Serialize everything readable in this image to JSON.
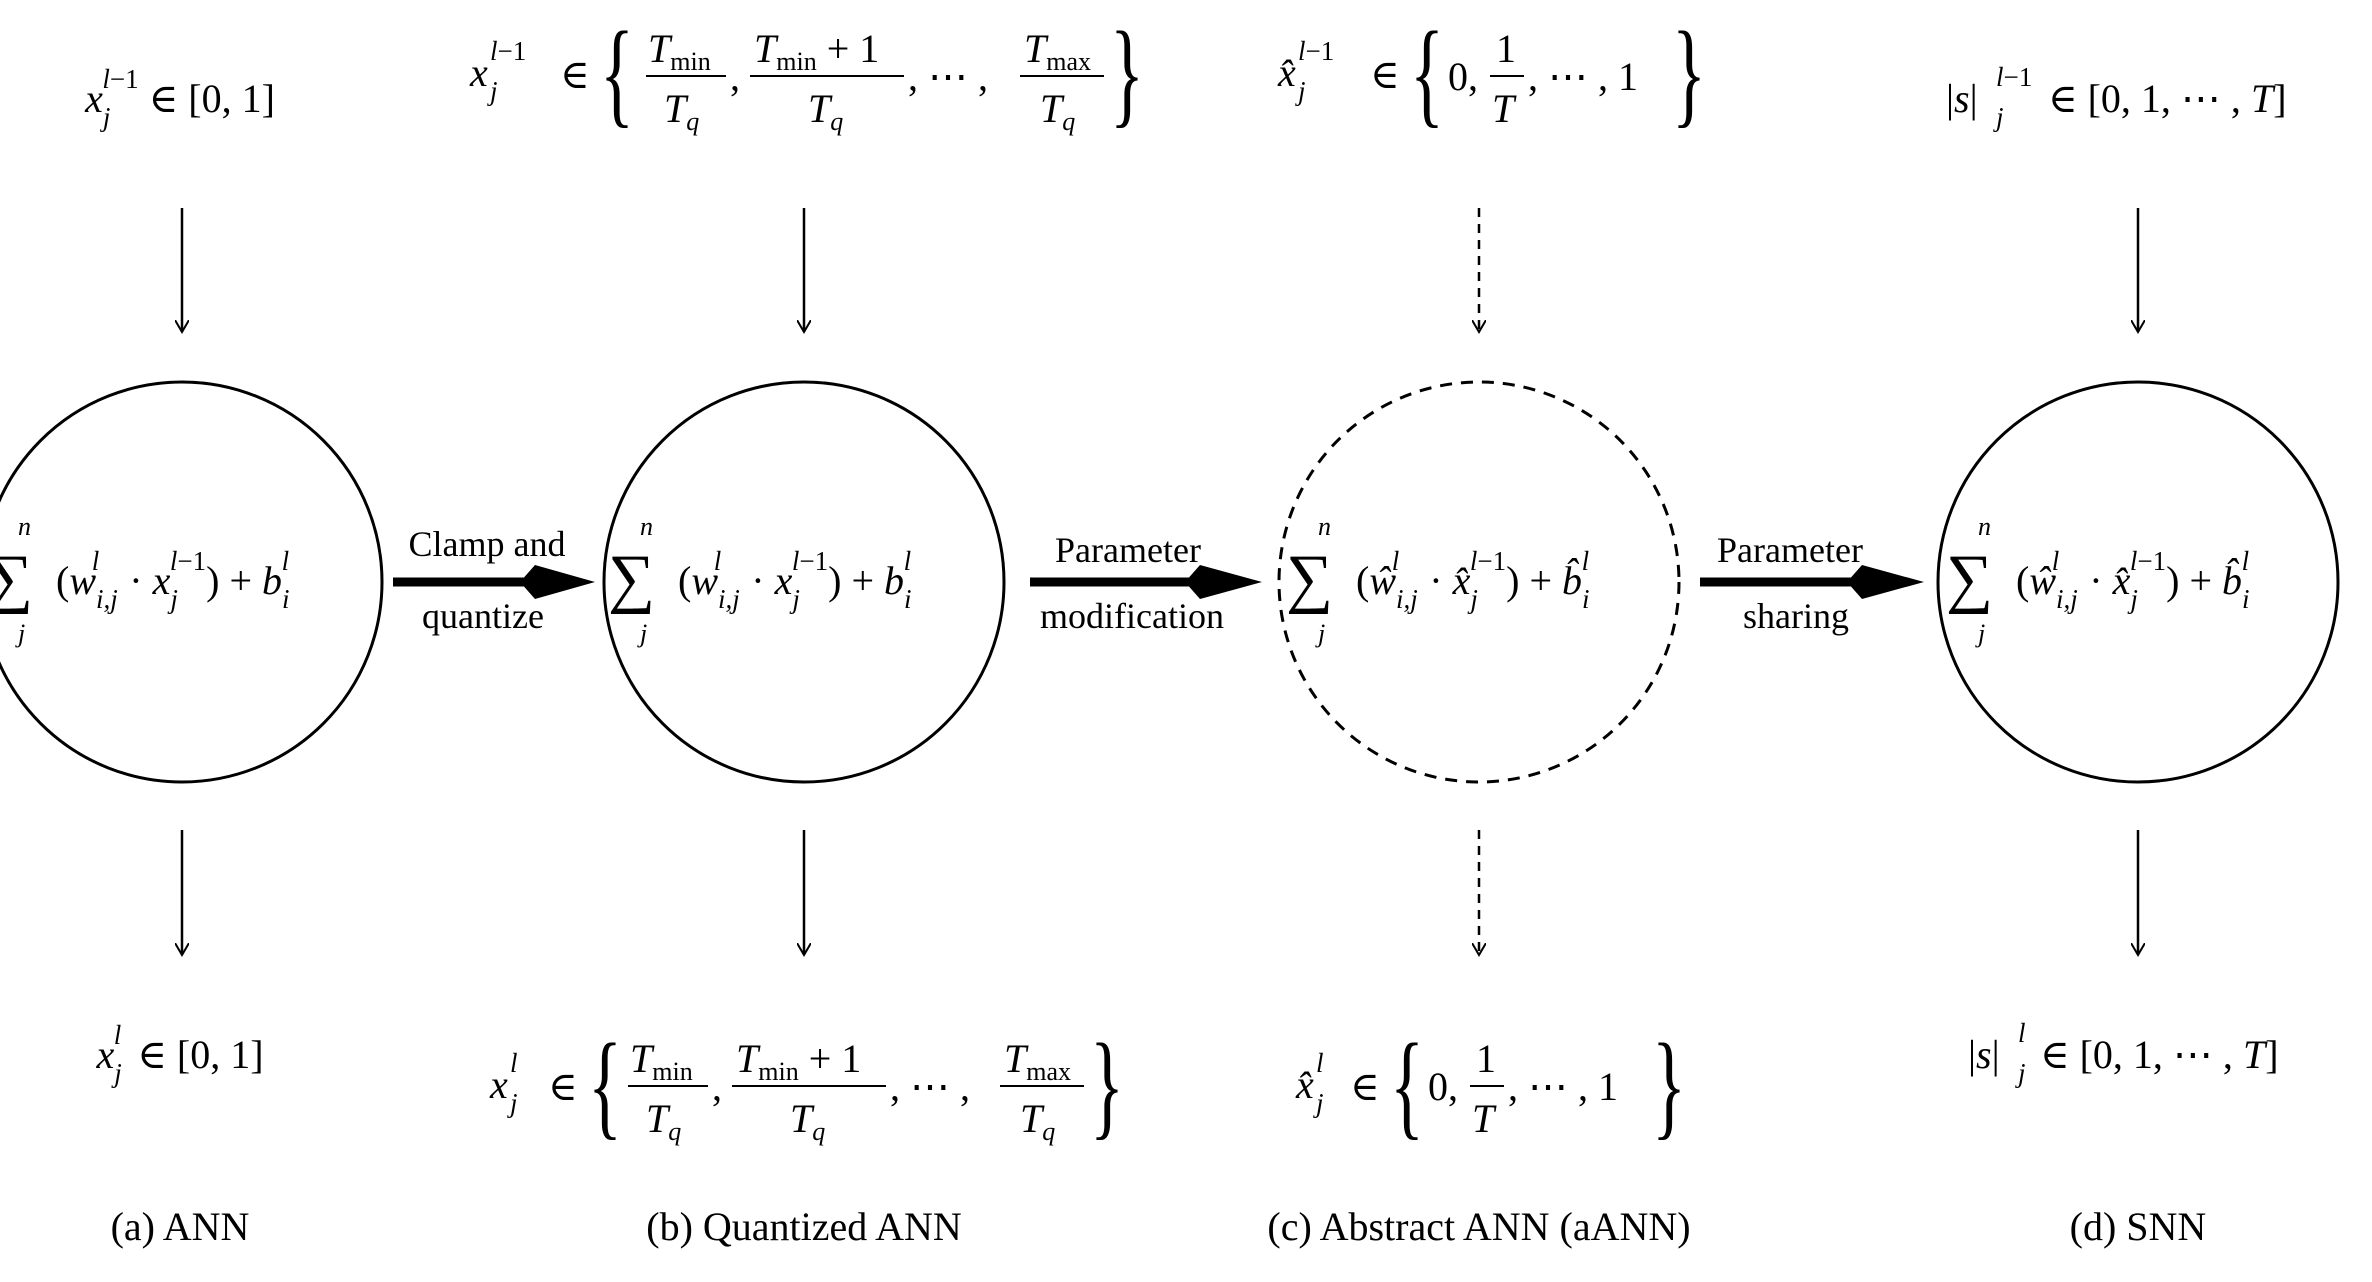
{
  "arrow_labels": {
    "a_to_b": {
      "line1": "Clamp and",
      "line2": "quantize"
    },
    "b_to_c": {
      "line1": "Parameter",
      "line2": "modification"
    },
    "c_to_d": {
      "line1": "Parameter",
      "line2": "sharing"
    }
  },
  "captions": {
    "a": "(a) ANN",
    "b": "(b) Quantized ANN",
    "c": "(c) Abstract ANN (aANN)",
    "d": "(d) SNN"
  },
  "math": {
    "a_input": "x_j^{l-1} ∈ [0, 1]",
    "a_output": "x_j^l ∈ [0, 1]",
    "a_neuron": "Σ_j^n (w_{i,j}^l · x_j^{l-1}) + b_i^l",
    "b_input": "x_j^{l-1} ∈ { T_min/T_q, (T_min + 1)/T_q, ⋯ , T_max/T_q }",
    "b_output": "x_j^l ∈ { T_min/T_q, (T_min + 1)/T_q, ⋯ , T_max/T_q }",
    "b_neuron": "Σ_j^n (w_{i,j}^l · x_j^{l-1}) + b_i^l",
    "c_input": "x̂_j^{l-1} ∈ { 0, 1/T, ⋯ , 1 }",
    "c_output": "x̂_j^l ∈ { 0, 1/T, ⋯ , 1 }",
    "c_neuron": "Σ_j^n (ŵ_{i,j}^l · x̂_j^{l-1}) + b̂_i^l",
    "d_input": "|s|_j^{l-1} ∈ [0, 1, ⋯ , T]",
    "d_output": "|s|_j^l ∈ [0, 1, ⋯ , T]",
    "d_neuron": "Σ_j^n (ŵ_{i,j}^l · x̂_j^{l-1}) + b̂_i^l"
  }
}
